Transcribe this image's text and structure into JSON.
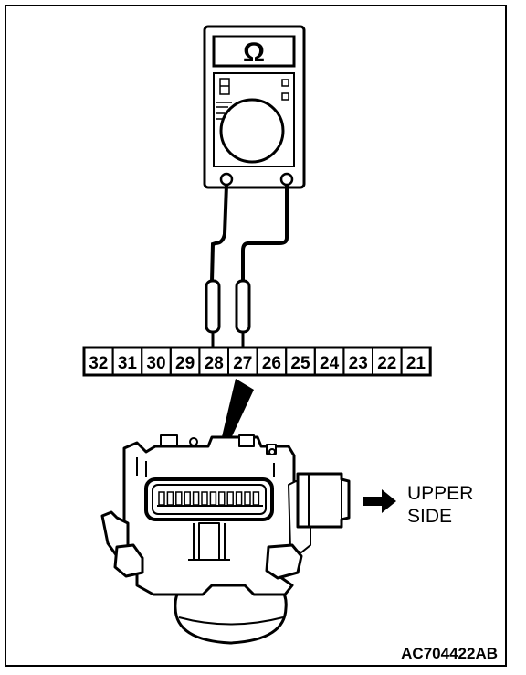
{
  "meter": {
    "symbol": "Ω"
  },
  "connector_pins": [
    "32",
    "31",
    "30",
    "29",
    "28",
    "27",
    "26",
    "25",
    "24",
    "23",
    "22",
    "21"
  ],
  "probed_pins": [
    "28",
    "27"
  ],
  "direction_label": {
    "line1": "UPPER",
    "line2": "SIDE"
  },
  "figure_code": "AC704422AB",
  "colors": {
    "ink": "#000000",
    "paper": "#ffffff"
  }
}
